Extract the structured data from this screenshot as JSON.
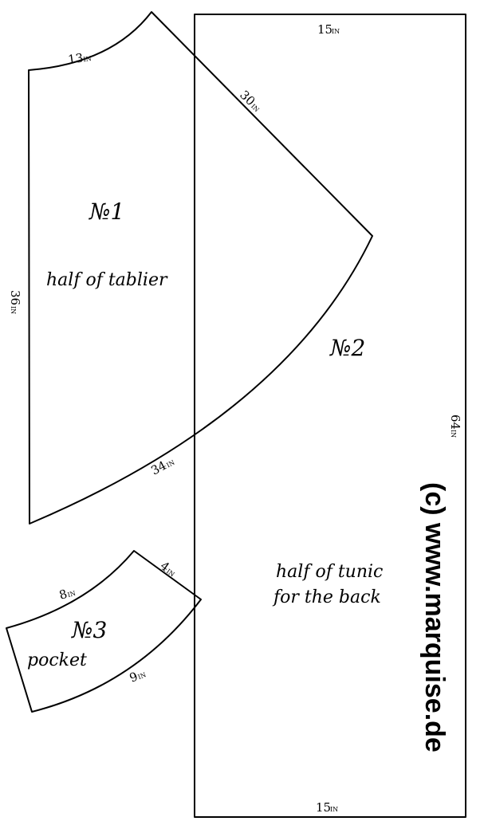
{
  "pieces": {
    "tablier": {
      "number": "№1",
      "caption": "half of tablier",
      "dims": {
        "top": "13",
        "slant": "30",
        "side": "36",
        "bottom": "34"
      }
    },
    "tunic": {
      "number": "№2",
      "caption_line1": "half of tunic",
      "caption_line2": "for the back",
      "dims": {
        "top": "15",
        "bottom": "15",
        "side": "64"
      }
    },
    "pocket": {
      "number": "№3",
      "caption": "pocket",
      "dims": {
        "top": "8",
        "side": "4",
        "bottom": "9"
      }
    }
  },
  "unit": "IN",
  "copyright": "(c) www.marquise.de"
}
